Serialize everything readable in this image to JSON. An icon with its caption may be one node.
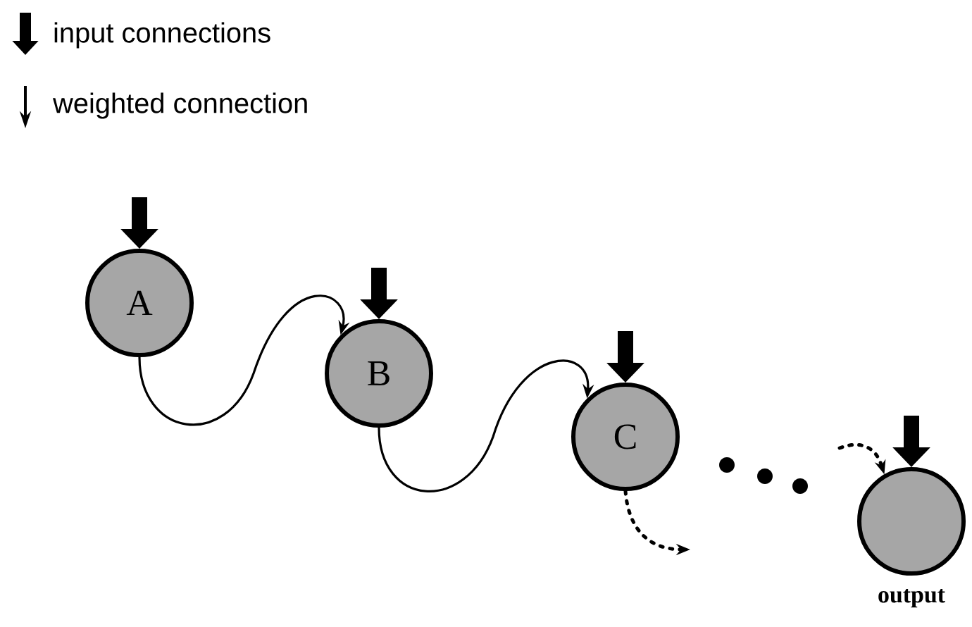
{
  "diagram": {
    "nodes": [
      {
        "text": [
          "A"
        ]
      },
      {
        "text": [
          "B"
        ]
      },
      {
        "text": [
          "C"
        ]
      },
      {
        "text": [],
        "shape": "circle",
        "beside": [
          "output"
        ]
      }
    ],
    "edges": [
      {
        "from": null,
        "to": 0,
        "arrow": "to",
        "style": "thick"
      },
      {
        "from": null,
        "to": 1,
        "arrow": "to",
        "style": "thick"
      },
      {
        "from": null,
        "to": 2,
        "arrow": "to",
        "style": "thick"
      },
      {
        "from": null,
        "to": 3,
        "arrow": "to",
        "style": "thick"
      },
      {
        "from": 0,
        "to": 1,
        "arrow": "to"
      },
      {
        "from": 1,
        "to": 2,
        "arrow": "to"
      },
      {
        "from": 2,
        "to": null,
        "arrow": "to",
        "style": "dashed"
      },
      {
        "from": null,
        "to": 3,
        "arrow": "to",
        "style": "dashed"
      }
    ],
    "legend": [
      {
        "text": "input connections"
      },
      {
        "text": "weighted connection"
      }
    ]
  }
}
